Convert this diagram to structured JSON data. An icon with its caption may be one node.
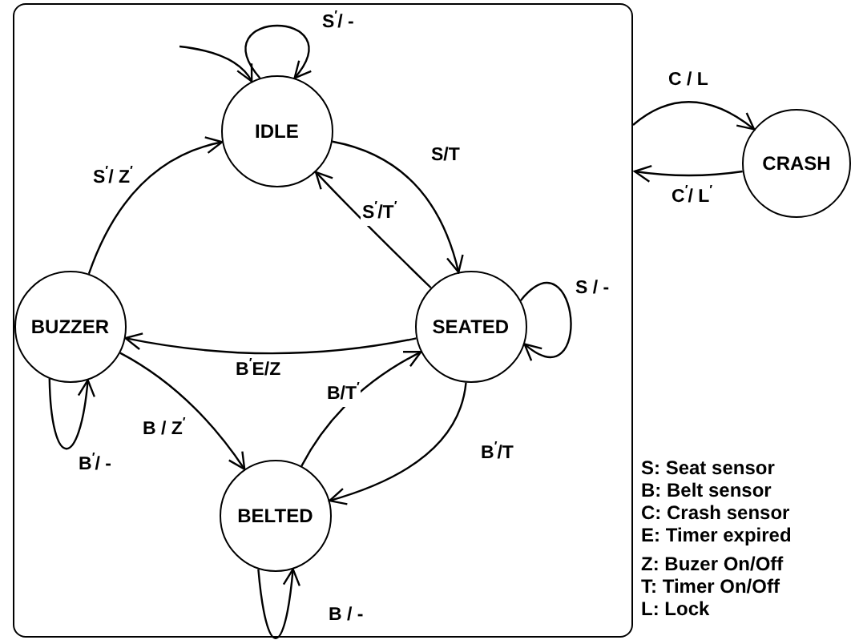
{
  "diagram": {
    "nodes": [
      {
        "text": [],
        "shape": "box"
      },
      {
        "text": [
          "IDLE"
        ],
        "in": 0
      },
      {
        "text": [
          "SEATED"
        ],
        "in": 0
      },
      {
        "text": [
          "BUZZER"
        ],
        "in": 0
      },
      {
        "text": [
          "BELTED"
        ],
        "in": 0
      },
      {
        "text": [
          "CRASH"
        ]
      }
    ],
    "edges": [
      {
        "from": null,
        "to": 1,
        "arrow": "to"
      },
      {
        "from": 1,
        "to": 1,
        "arrow": "to",
        "label": "S$^{′}$/ -"
      },
      {
        "from": 1,
        "to": 2,
        "arrow": "to",
        "label": "S/T"
      },
      {
        "from": 2,
        "to": 1,
        "arrow": "to",
        "label": "S$^{′}$/T$^{′}$"
      },
      {
        "from": 2,
        "to": 2,
        "arrow": "to",
        "label": "S / -"
      },
      {
        "from": 2,
        "to": 3,
        "arrow": "to",
        "label": "B$^{′}$E/Z"
      },
      {
        "from": 3,
        "to": 1,
        "arrow": "to",
        "label": "S$^{′}$/ Z$^{′}$"
      },
      {
        "from": 3,
        "to": 3,
        "arrow": "to",
        "label": "B$^{′}$/ -"
      },
      {
        "from": 3,
        "to": 4,
        "arrow": "to",
        "label": "B / Z$^{′}$"
      },
      {
        "from": 4,
        "to": 2,
        "arrow": "to",
        "label": "B/T$^{′}$"
      },
      {
        "from": 2,
        "to": 4,
        "arrow": "to",
        "label": "B$^{′}$/T"
      },
      {
        "from": 4,
        "to": 4,
        "arrow": "to",
        "label": "B / -"
      },
      {
        "from": 0,
        "to": 5,
        "arrow": "to",
        "label": "C / L"
      },
      {
        "from": 5,
        "to": 0,
        "arrow": "to",
        "label": "C$^{′}$/ L$^{′}$"
      }
    ],
    "labels": [
      "S: Seat sensor",
      "B: Belt sensor",
      "C: Crash sensor",
      "E: Timer expired",
      "Z: Buzer On/Off",
      "T: Timer On/Off",
      "L: Lock"
    ]
  }
}
